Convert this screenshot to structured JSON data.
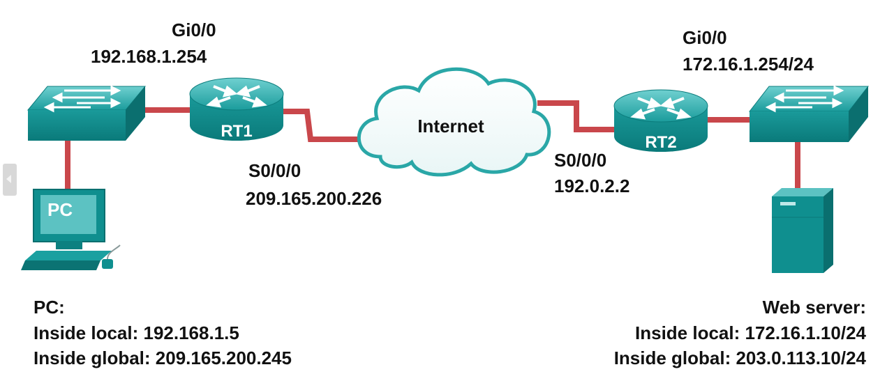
{
  "rt1": {
    "name": "RT1",
    "gi_label": "Gi0/0",
    "gi_ip": "192.168.1.254",
    "s_label": "S0/0/0",
    "s_ip": "209.165.200.226"
  },
  "rt2": {
    "name": "RT2",
    "gi_label": "Gi0/0",
    "gi_ip": "172.16.1.254/24",
    "s_label": "S0/0/0",
    "s_ip": "192.0.2.2"
  },
  "cloud": {
    "label": "Internet"
  },
  "pc": {
    "screen_label": "PC",
    "heading": "PC:",
    "inside_local": "Inside local:  192.168.1.5",
    "inside_global": "Inside global:  209.165.200.245"
  },
  "server": {
    "heading": "Web server:",
    "inside_local": "Inside local:  172.16.1.10/24",
    "inside_global": "Inside global:  203.0.113.10/24"
  },
  "colors": {
    "link": "#c9474b",
    "device": "#0f8f8f",
    "device_light": "#4ebcbc",
    "cloud_stroke": "#2aa7a7"
  }
}
